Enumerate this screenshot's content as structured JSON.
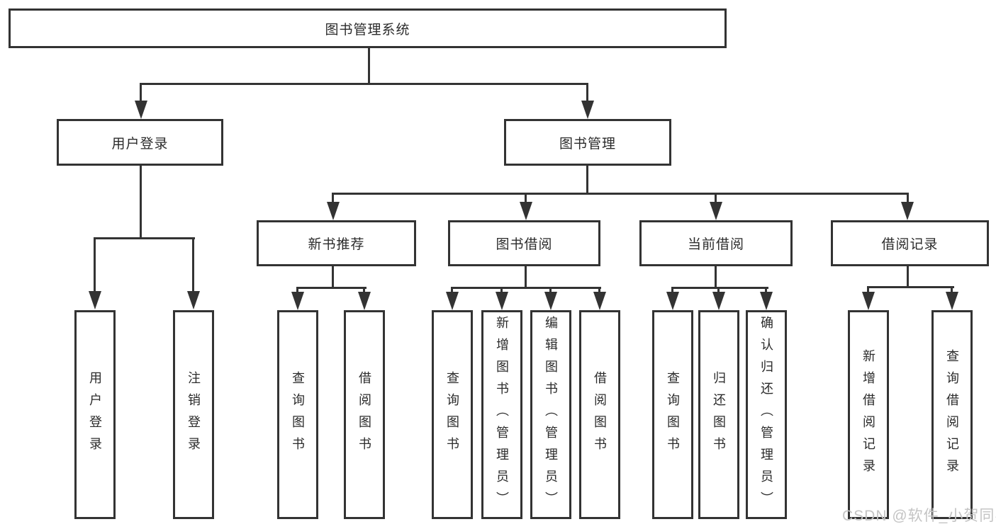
{
  "colors": {
    "line": "#333333",
    "box_border": "#333333",
    "box_background": "#ffffff",
    "text": "#2b2b2b",
    "watermark": "#c4c4c4",
    "page_background": "#ffffff"
  },
  "diagram": {
    "root": {
      "label": "图书管理系统"
    },
    "branches": [
      {
        "label": "用户登录",
        "leaves": [
          "用户登录",
          "注销登录"
        ]
      },
      {
        "label": "图书管理",
        "groups": [
          {
            "label": "新书推荐",
            "leaves": [
              "查询图书",
              "借阅图书"
            ]
          },
          {
            "label": "图书借阅",
            "leaves": [
              "查询图书",
              "新增图书（管理员）",
              "编辑图书（管理员）",
              "借阅图书"
            ]
          },
          {
            "label": "当前借阅",
            "leaves": [
              "查询图书",
              "归还图书",
              "确认归还（管理员）"
            ]
          },
          {
            "label": "借阅记录",
            "leaves": [
              "新增借阅记录",
              "查询借阅记录"
            ]
          }
        ]
      }
    ]
  },
  "watermark": {
    "text": "CSDN @软件_小贺同学"
  }
}
